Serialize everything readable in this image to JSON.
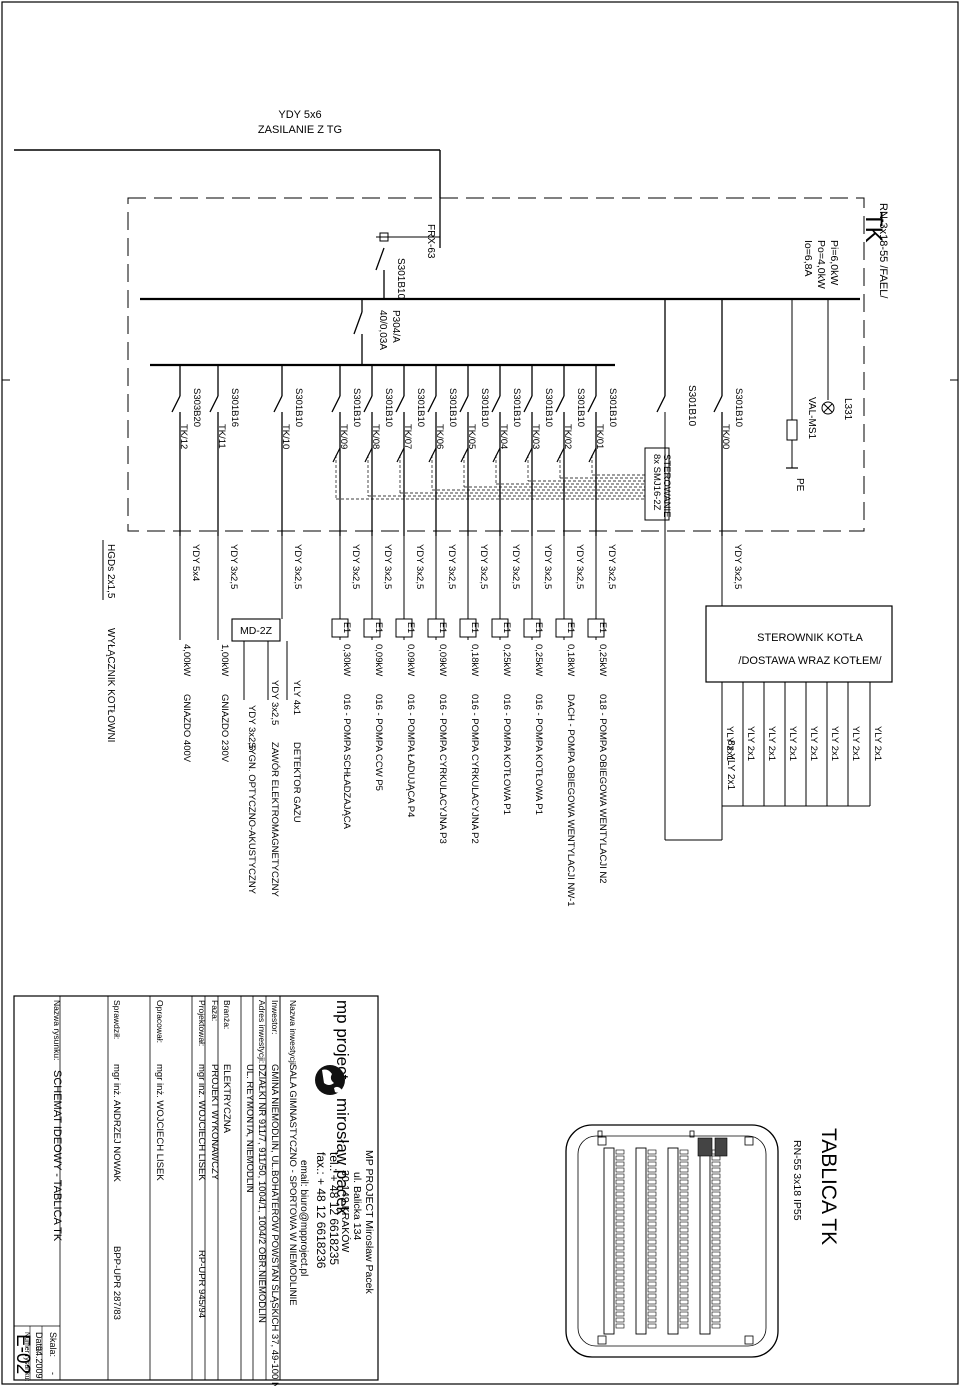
{
  "supply": {
    "cable": "YDY 5x6",
    "label": "ZASILANIE Z TG"
  },
  "panel": {
    "name": "TK",
    "params": [
      "Pi=6,0kW",
      "Po=4,0kW",
      "Io=6,8A"
    ],
    "type": "RN-3x18-55 /FAEL/",
    "main_switch": "FRX-63",
    "main_breaker": "S301B10",
    "rcd": [
      "P304/A",
      "40/0,03A"
    ],
    "lamp": "L331",
    "varistor": "VAL-MS1",
    "pe": "PE",
    "control": {
      "title": "STEROWANIE",
      "spec": "8x SMJ16-2Z"
    },
    "control_breaker": "S301B10"
  },
  "circuits": [
    {
      "breaker": "S301B10",
      "id": "TK/00",
      "cable": "YDY 3x2,5",
      "e1": "",
      "power": "",
      "desc": ""
    },
    {
      "breaker": "S301B10",
      "id": "TK/01",
      "cable": "YDY 3x2,5",
      "e1": "E1",
      "power": "0,25kW",
      "desc": "018 - POMPA OBIEGOWA WENTYLACJI N2"
    },
    {
      "breaker": "S301B10",
      "id": "TK/02",
      "cable": "YDY 3x2,5",
      "e1": "E1",
      "power": "0,18kW",
      "desc": "DACH - POMPA OBIEGOWA WENTYLACJI NW-1"
    },
    {
      "breaker": "S301B10",
      "id": "TK/03",
      "cable": "YDY 3x2,5",
      "e1": "E1",
      "power": "0,25kW",
      "desc": "016 - POMPA KOTŁOWA P1"
    },
    {
      "breaker": "S301B10",
      "id": "TK/04",
      "cable": "YDY 3x2,5",
      "e1": "E1",
      "power": "0,25kW",
      "desc": "016 - POMPA KOTŁOWA P1"
    },
    {
      "breaker": "S301B10",
      "id": "TK/05",
      "cable": "YDY 3x2,5",
      "e1": "E1",
      "power": "0,18kW",
      "desc": "016 - POMPA CYRKULACYJNA P2"
    },
    {
      "breaker": "S301B10",
      "id": "TK/06",
      "cable": "YDY 3x2,5",
      "e1": "E1",
      "power": "0,09kW",
      "desc": "016 - POMPA CYRKULACYJNA P3"
    },
    {
      "breaker": "S301B10",
      "id": "TK/07",
      "cable": "YDY 3x2,5",
      "e1": "E1",
      "power": "0,09kW",
      "desc": "016 - POMPA ŁADUJĄCA P4"
    },
    {
      "breaker": "S301B10",
      "id": "TK/08",
      "cable": "YDY 3x2,5",
      "e1": "E1",
      "power": "0,09kW",
      "desc": "016 - POMPA CCW P5"
    },
    {
      "breaker": "S301B10",
      "id": "TK/09",
      "cable": "YDY 3x2,5",
      "e1": "E1",
      "power": "0,30kW",
      "desc": "016 - POMPA SCHŁADZAJĄCA"
    },
    {
      "breaker": "S301B10",
      "id": "TK/10",
      "cable": "YDY 3x2,5",
      "e1": "",
      "power": "",
      "desc": ""
    },
    {
      "breaker": "S301B16",
      "id": "TK/11",
      "cable": "YDY 3x2,5",
      "e1": "",
      "power": "1,00kW",
      "desc": "GNIAZDO 230V"
    },
    {
      "breaker": "S303B20",
      "id": "TK/12",
      "cable": "YDY 5x4",
      "e1": "",
      "power": "4,00kW",
      "desc": "GNIAZDO 400V"
    }
  ],
  "md2z": {
    "label": "MD-2Z",
    "cables": [
      "YLY 4x1",
      "YDY 3x2,5",
      "YDY 3x2,5"
    ],
    "devices": [
      "DETEKTOR GAZU",
      "ZAWÓR ELEKTROMAGNETYCZNY",
      "SYGN. OPTYCZNO-AKUSTYCZNY"
    ]
  },
  "emergency": {
    "cable": "HGDs 2x1,5",
    "label": "WYŁĄCZNIK KOTŁOWNI"
  },
  "controller": {
    "line1": "STEROWNIK KOTŁA",
    "line2": "/DOSTAWA WRAZ KOTŁEM/",
    "cables": [
      "YLY 2x1",
      "YLY 2x1",
      "YLY 2x1",
      "YLY 2x1",
      "YLY 2x1",
      "YLY 2x1",
      "YLY 2x1",
      "YLY 2x1"
    ],
    "bundle": "8x YLY 2x1"
  },
  "board": {
    "title": "TABLICA TK",
    "spec": "RN-55 3x18 IP55"
  },
  "title_block": {
    "company": "MP PROJECT Mirosław Pacek",
    "street": "ul. Balicka 134",
    "city": "30-149 KRAKÓW",
    "tel": "tel.: + 48 12 6618235",
    "fax": "fax.: + 48 12 6618236",
    "email": "email: biuro@mpproject.pl",
    "logo_left": "mp project",
    "logo_right": "mirosław pacek",
    "rows": [
      {
        "label": "Nazwa inwestycji:",
        "value": "SALA GIMNASTYCZNO - SPORTOWA W NIEMODLINIE"
      },
      {
        "label": "Inwestor:",
        "value": "GMINA NIEMODLIN, UL.BOHATERÓW POWSTAŃ ŚLĄSKICH 37, 49-100 NIEMODLIN"
      },
      {
        "label": "Adres inwestycji:",
        "value": "DZIAŁKI NR 911/7, 911/50, 1004/1, 1004/2 OBR.NIEMODLIN"
      },
      {
        "label": "",
        "value": "UL. REYMONTA, NIEMODLIN"
      },
      {
        "label": "Branża:",
        "value": "ELEKTRYCZNA"
      },
      {
        "label": "Faza:",
        "value": "PROJEKT WYKONAWCZY"
      },
      {
        "label": "Projektował:",
        "value": "mgr inż. WOJCIECH LISEK",
        "extra": "RP-UPR 945/94"
      },
      {
        "label": "Opracował:",
        "value": "mgr inż. WOJCIECH LISEK"
      },
      {
        "label": "Sprawdził:",
        "value": "mgr inż. ANDRZEJ NOWAK",
        "extra": "BPP-UPR 287/83"
      },
      {
        "label": "Nazwa rysunku:",
        "value": "SCHEMAT IDEOWY - TABLICA TK"
      }
    ],
    "scale_label": "Skala:",
    "scale": "-",
    "date_label": "Data:",
    "date": "04.2009",
    "num_label": "Numer rysunku:",
    "num": "E-02"
  }
}
